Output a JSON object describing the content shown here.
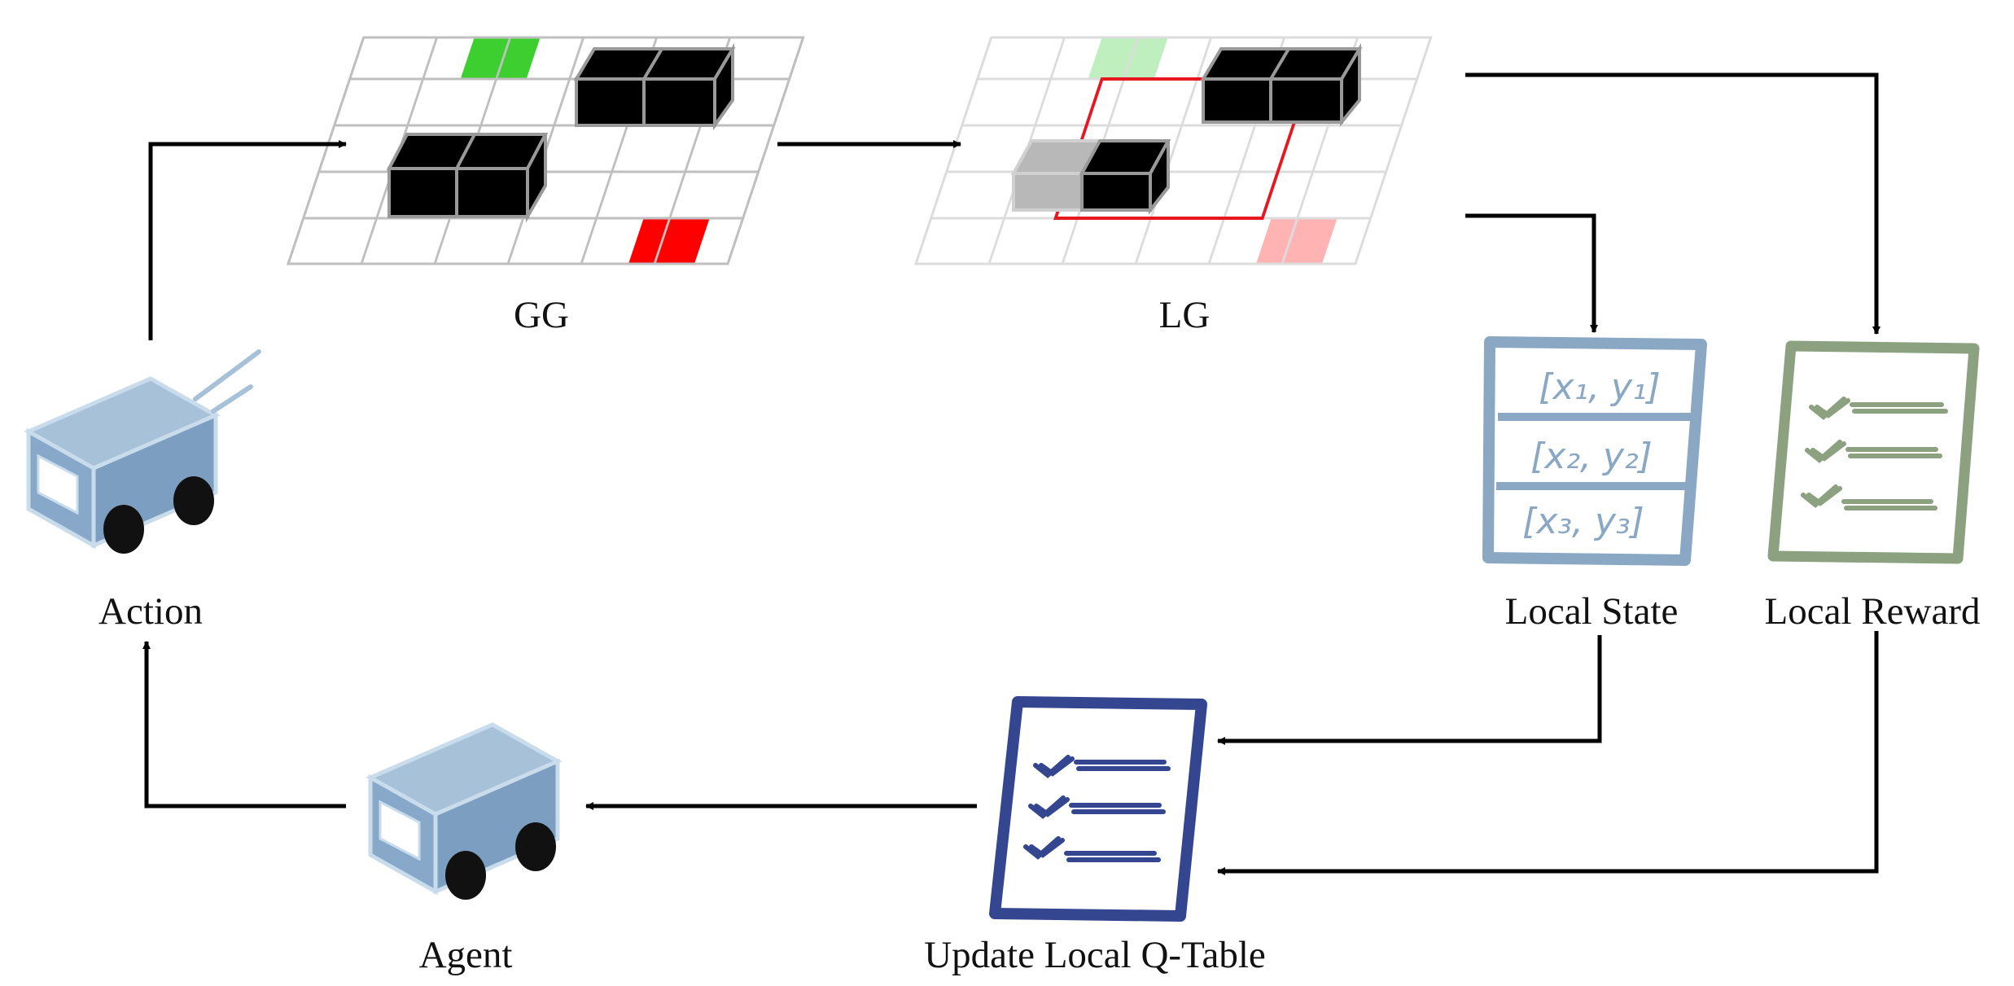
{
  "labels": {
    "gg": "GG",
    "lg": "LG",
    "action": "Action",
    "local_state": "Local State",
    "local_reward": "Local Reward",
    "agent": "Agent",
    "update_q": "Update Local Q-Table"
  },
  "state_rows": [
    "[x₁, y₁]",
    "[x₂, y₂]",
    "[x₃, y₃]"
  ],
  "colors": {
    "arrow": "#000000",
    "goal": "#3ccf2f",
    "goal_faded": "#bfeebf",
    "target": "#ff0000",
    "target_faded": "#ffb3b3",
    "obstacle": "#000000",
    "obstacle_faded": "#b8b8b8",
    "local_window": "#e8161f",
    "robot_body": "#87a8c8",
    "state_doc": "#8aa7c4",
    "reward_doc": "#8ba17f",
    "qtable_doc": "#34468f"
  },
  "icons": [
    "robot-icon",
    "state-list-icon",
    "reward-checklist-icon",
    "qtable-checklist-icon"
  ]
}
